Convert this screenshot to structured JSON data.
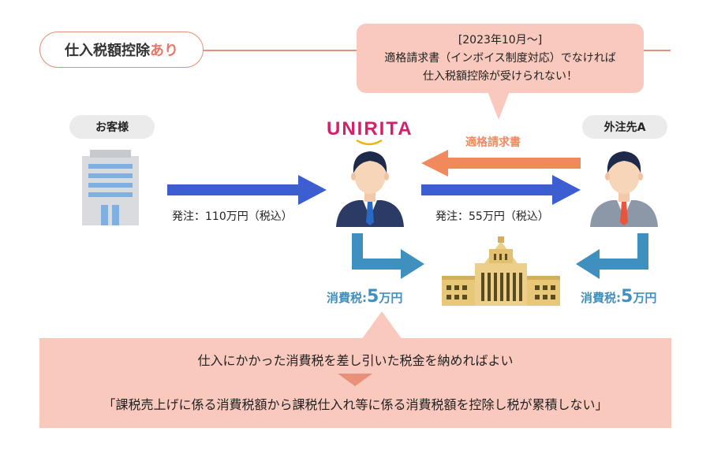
{
  "title": {
    "main": "仕入税額控除",
    "accent": "あり"
  },
  "callout": {
    "line1": "[2023年10月〜]",
    "line2": "適格請求書（インボイス制度対応）でなければ",
    "line3": "仕入税額控除が受けられない！"
  },
  "customer": {
    "label": "お客様"
  },
  "company": {
    "logo_text": "UNIRITA"
  },
  "subcontractor": {
    "label": "外注先A"
  },
  "invoice_label": "適格請求書",
  "order_customer": "発注：110万円（税込）",
  "order_subcontractor": "発注：55万円（税込）",
  "tax_left": {
    "prefix": "消費税:",
    "amount": "5",
    "unit": "万円"
  },
  "tax_right": {
    "prefix": "消費税:",
    "amount": "5",
    "unit": "万円"
  },
  "bottom": {
    "line1": "仕入にかかった消費税を差し引いた税金を納めればよい",
    "line2": "「課税売上げに係る消費税額から課税仕入れ等に係る消費税額を控除し税が累積しない」"
  },
  "colors": {
    "blue_arrow": "#3c5ed0",
    "teal_arrow": "#3f8fbf",
    "orange_arrow": "#f08a5d",
    "pink": "#f9c9bd",
    "accent": "#e8766a"
  }
}
